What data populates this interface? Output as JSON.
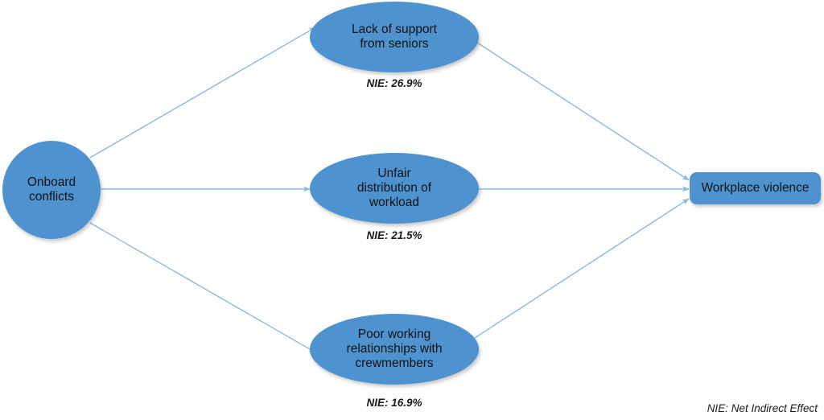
{
  "diagram": {
    "type": "mediation-path-diagram",
    "colors": {
      "node_fill": "#4E93D0",
      "edge_stroke": "#8CB8DF",
      "node_text": "#111111",
      "background": "#FFFFFF"
    },
    "source": {
      "id": "onboard-conflicts",
      "label": "Onboard\nconflicts",
      "shape": "circle"
    },
    "mediators": [
      {
        "id": "lack-of-support",
        "label": "Lack of support\nfrom seniors",
        "shape": "ellipse",
        "nie_label": "NIE: 26.9%",
        "nie_value": 26.9
      },
      {
        "id": "unfair-workload",
        "label": "Unfair\ndistribution of\nworkload",
        "shape": "ellipse",
        "nie_label": "NIE: 21.5%",
        "nie_value": 21.5
      },
      {
        "id": "poor-relationships",
        "label": "Poor working\nrelationships with\ncrewmembers",
        "shape": "ellipse",
        "nie_label": "NIE: 16.9%",
        "nie_value": 16.9
      }
    ],
    "outcome": {
      "id": "workplace-violence",
      "label": "Workplace violence",
      "shape": "rounded-rectangle"
    },
    "footnote": "NIE: Net Indirect Effect"
  }
}
